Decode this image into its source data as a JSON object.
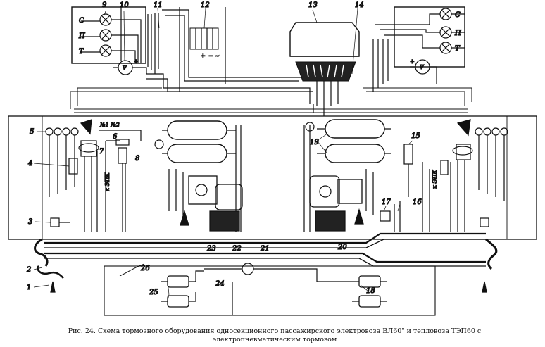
{
  "caption": "Рис. 24. Схема тормозного оборудования односекционного пассажирского электровоза ВЛ60\" и тепловоза ТЭП60 с электропневматическим тормозом",
  "left_lamps": [
    "С",
    "П",
    "Т"
  ],
  "right_lamps": [
    "С",
    "П",
    "Т"
  ],
  "voltmeter": "V",
  "plus_sign": "+",
  "minus_sign": "−",
  "tilde_sign": "~",
  "valve_label": "№1 №2",
  "left_vertical_text": "к ЭПК",
  "right_vertical_text": "к ЭПК",
  "callouts": [
    "1",
    "2",
    "3",
    "4",
    "5",
    "6",
    "7",
    "8",
    "9",
    "10",
    "11",
    "12",
    "13",
    "14",
    "15",
    "16",
    "17",
    "18",
    "19",
    "20",
    "21",
    "22",
    "23",
    "24",
    "25",
    "26"
  ]
}
